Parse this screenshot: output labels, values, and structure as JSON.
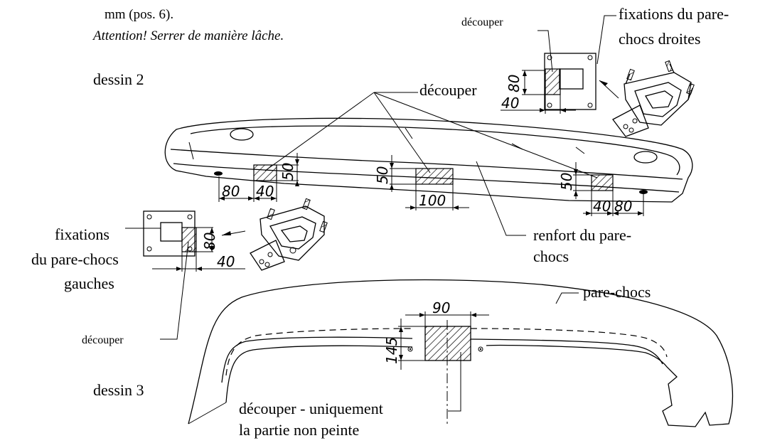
{
  "header": {
    "line1": "mm (pos. 6).",
    "line2": "Attention! Serrer de manière lâche."
  },
  "labels": {
    "dessin2": "dessin 2",
    "dessin3": "dessin 3",
    "decouper_top": "découper",
    "decouper_small_top": "découper",
    "decouper_small_left": "découper",
    "fix_right_1": "fixations du pare-",
    "fix_right_2": "chocs droites",
    "fix_left_1": "fixations",
    "fix_left_2": "du pare-chocs",
    "fix_left_3": "gauches",
    "renfort_1": "renfort du pare-",
    "renfort_2": "chocs",
    "parechocs": "pare-chocs",
    "bottom_1": "découper - uniquement",
    "bottom_2": "la partie non peinte"
  },
  "dimensions": {
    "d80_right_bracket": "80",
    "d40_right_bracket": "40",
    "d50_left": "50",
    "d80_left": "80",
    "d40_left": "40",
    "d50_mid": "50",
    "d100": "100",
    "d50_right": "50",
    "d40_right": "40",
    "d80_right": "80",
    "d80_left_bracket": "80",
    "d40_left_bracket": "40",
    "d90": "90",
    "d145": "145"
  }
}
